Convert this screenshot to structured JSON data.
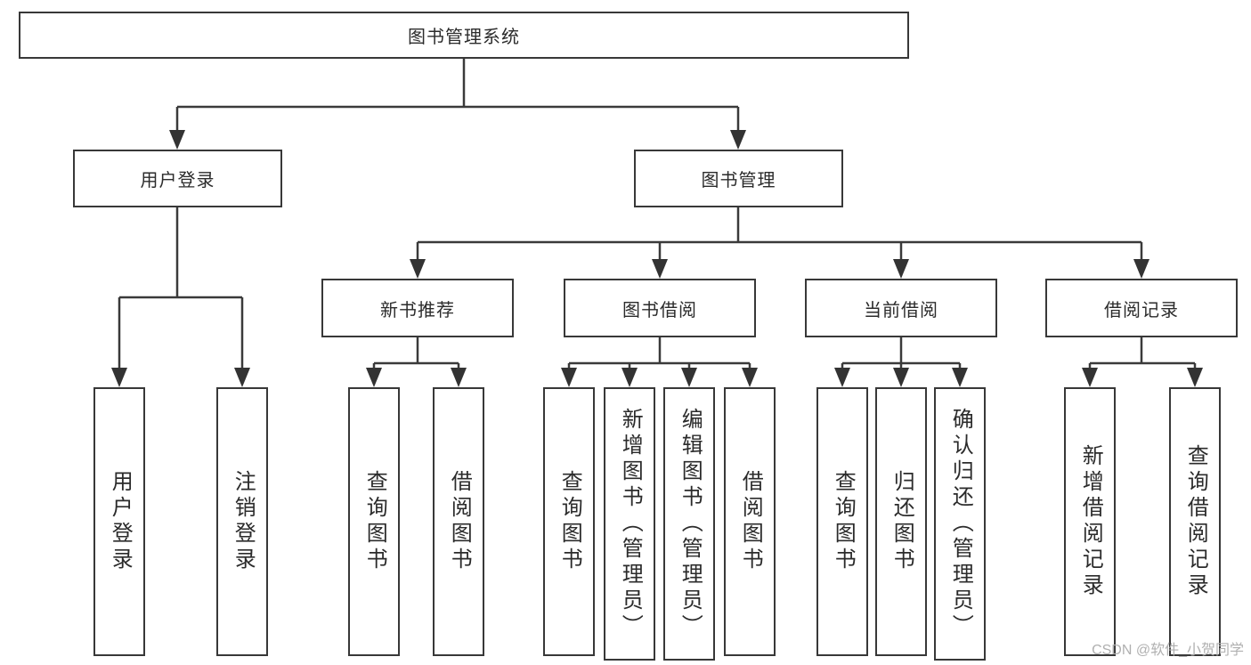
{
  "tree": {
    "root_label": "图书管理系统",
    "branches": [
      {
        "label": "用户登录",
        "leaves": [
          "用户登录",
          "注销登录"
        ]
      },
      {
        "label": "图书管理",
        "groups": [
          {
            "label": "新书推荐",
            "leaves": [
              "查询图书",
              "借阅图书"
            ]
          },
          {
            "label": "图书借阅",
            "leaves": [
              "查询图书",
              "新增图书（管理员）",
              "编辑图书（管理员）",
              "借阅图书"
            ]
          },
          {
            "label": "当前借阅",
            "leaves": [
              "查询图书",
              "归还图书",
              "确认归还（管理员）"
            ]
          },
          {
            "label": "借阅记录",
            "leaves": [
              "新增借阅记录",
              "查询借阅记录"
            ]
          }
        ]
      }
    ]
  },
  "watermark": "CSDN @软件_小贺同学",
  "colors": {
    "line": "#3a3a3a",
    "arrow": "#333333",
    "text": "#2b2b2b",
    "watermark": "#b0b0b0",
    "background": "#ffffff"
  }
}
